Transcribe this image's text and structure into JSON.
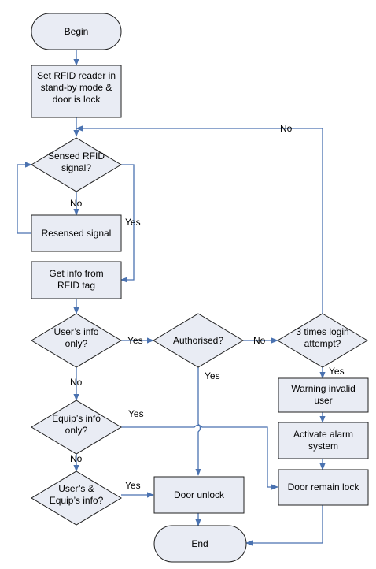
{
  "nodes": {
    "begin": {
      "lines": [
        "Begin"
      ]
    },
    "set_reader": {
      "lines": [
        "Set RFID reader in",
        "stand-by mode &",
        "door is lock"
      ]
    },
    "sensed": {
      "lines": [
        "Sensed RFID",
        "signal?"
      ]
    },
    "resensed": {
      "lines": [
        "Resensed signal"
      ]
    },
    "get_info": {
      "lines": [
        "Get info from",
        "RFID tag"
      ]
    },
    "users_info": {
      "lines": [
        "User’s info",
        "only?"
      ]
    },
    "authorised": {
      "lines": [
        "Authorised?"
      ]
    },
    "three_times": {
      "lines": [
        "3 times login",
        "attempt?"
      ]
    },
    "warning": {
      "lines": [
        "Warning invalid",
        "user"
      ]
    },
    "equips_info": {
      "lines": [
        "Equip’s info",
        "only?"
      ]
    },
    "activate": {
      "lines": [
        "Activate alarm",
        "system"
      ]
    },
    "users_equips": {
      "lines": [
        "User’s &",
        "Equip’s info?"
      ]
    },
    "door_unlock": {
      "lines": [
        "Door unlock"
      ]
    },
    "door_remain": {
      "lines": [
        "Door remain lock"
      ]
    },
    "end": {
      "lines": [
        "End"
      ]
    }
  },
  "edge_labels": {
    "no_top": "No",
    "sensed_no": "No",
    "sensed_yes": "Yes",
    "users_yes": "Yes",
    "users_no": "No",
    "auth_no": "No",
    "auth_yes": "Yes",
    "three_yes": "Yes",
    "equips_yes": "Yes",
    "equips_no": "No",
    "ue_yes": "Yes"
  },
  "colors": {
    "node_fill": "#e9ecf4",
    "node_stroke": "#1f1f1f",
    "edge": "#4a72b0"
  }
}
